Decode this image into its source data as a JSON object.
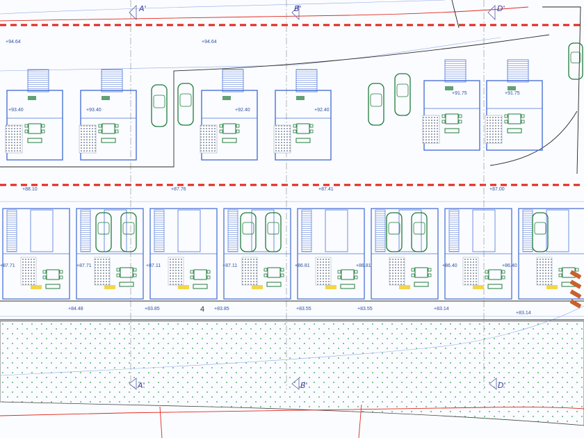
{
  "colors": {
    "boundary_red": "#e1261c",
    "wall_blue": "#4a72d6",
    "furniture_green": "#1f7a3a",
    "hatch_gray": "#9aa3b5",
    "yellow_accent": "#f2d64b",
    "terrain_dot": "#2b9a4a",
    "contour_blue": "#8fa9e6"
  },
  "section_marks": [
    {
      "label": "A'",
      "row": "top"
    },
    {
      "label": "B'",
      "row": "top"
    },
    {
      "label": "D'",
      "row": "top"
    },
    {
      "label": "A'",
      "row": "bottom"
    },
    {
      "label": "B'",
      "row": "bottom"
    },
    {
      "label": "D'",
      "row": "bottom"
    }
  ],
  "top_row": {
    "road_levels": [
      "+94.64",
      "+94.64"
    ],
    "unit_levels": [
      "+93.40",
      "+93.40",
      "+92.40",
      "+92.40",
      "+91.75",
      "+91.75"
    ]
  },
  "mid_levels": [
    "+88.10",
    "+87.76",
    "+87.41",
    "+87.00"
  ],
  "bottom_row": {
    "unit_levels": [
      "+87.71",
      "+87.71",
      "+87.11",
      "+87.11",
      "+86.81",
      "+86.81",
      "+86.40",
      "+86.40"
    ],
    "front_levels": [
      "+84.48",
      "+83.85",
      "+83.85",
      "+83.55",
      "+83.55",
      "+83.14",
      "+83.14"
    ],
    "block_number": "4"
  }
}
